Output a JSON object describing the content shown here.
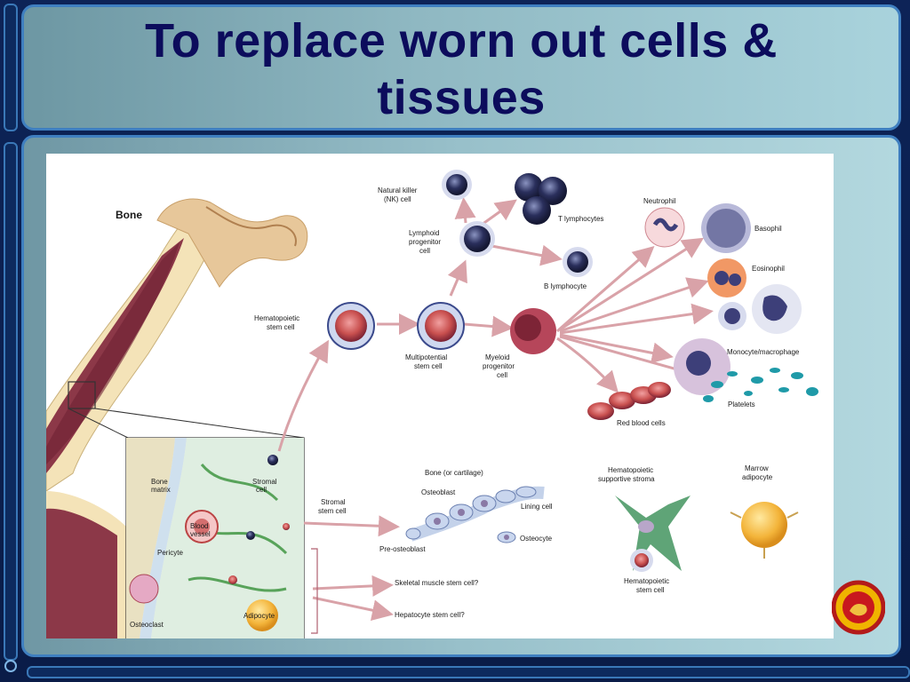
{
  "slide": {
    "title_line1": "To replace worn out cells &",
    "title_line2": "tissues"
  },
  "diagram": {
    "bone": "Bone",
    "hsc": [
      "Hematopoietic",
      "stem cell"
    ],
    "multipotential": [
      "Multipotential",
      "stem cell"
    ],
    "lymphoid": [
      "Lymphoid",
      "progenitor",
      "cell"
    ],
    "myeloid": [
      "Myeloid",
      "progenitor",
      "cell"
    ],
    "nk": [
      "Natural killer",
      "(NK) cell"
    ],
    "t_lymph": "T lymphocytes",
    "b_lymph": "B lymphocyte",
    "neutrophil": "Neutrophil",
    "basophil": "Basophil",
    "eosinophil": "Eosinophil",
    "monocyte": "Monocyte/macrophage",
    "platelets": "Platelets",
    "rbc": "Red blood cells",
    "stromal_stem": [
      "Stromal",
      "stem cell"
    ],
    "bone_cartilage": "Bone (or cartilage)",
    "osteoblast": "Osteoblast",
    "lining": "Lining cell",
    "osteocyte": "Osteocyte",
    "pre_osteoblast": "Pre-osteoblast",
    "supportive": [
      "Hematopoietic",
      "supportive stroma"
    ],
    "hsc2": [
      "Hematopoietic",
      "stem cell"
    ],
    "marrow_adipocyte": [
      "Marrow",
      "adipocyte"
    ],
    "skeletal": "Skeletal muscle stem cell?",
    "hepatocyte": "Hepatocyte stem cell?",
    "inset": {
      "bone_matrix": [
        "Bone",
        "matrix"
      ],
      "stromal_cell": [
        "Stromal",
        "cell"
      ],
      "blood_vessel": [
        "Blood",
        "vessel"
      ],
      "pericyte": "Pericyte",
      "osteoclast": "Osteoclast",
      "adipocyte": "Adipocyte"
    }
  },
  "colors": {
    "title": "#0c0c5c",
    "panel_border": "#3f7fc0",
    "arrow": "#d9a2a8"
  }
}
